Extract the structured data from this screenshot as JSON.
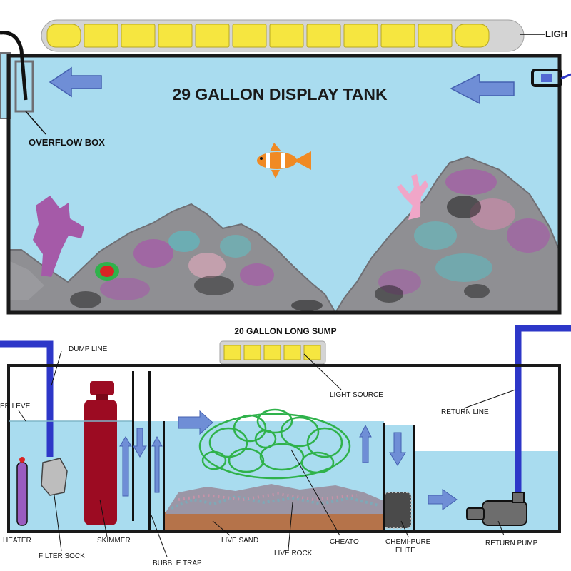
{
  "display_tank": {
    "title": "29 GALLON DISPLAY TANK",
    "light_label": "LIGH",
    "overflow_label": "OVERFLOW BOX"
  },
  "sump": {
    "title": "20 GALLON LONG SUMP",
    "labels": {
      "dump_line": "DUMP LINE",
      "water_level": "ER LEVEL",
      "light_source": "LIGHT SOURCE",
      "return_line": "RETURN LINE",
      "heater": "HEATER",
      "filter_sock": "FILTER SOCK",
      "skimmer": "SKIMMER",
      "bubble_trap": "BUBBLE TRAP",
      "live_sand": "LIVE SAND",
      "live_rock": "LIVE ROCK",
      "chaeto": "CHEATO",
      "chemi_pure_line1": "CHEMI-PURE",
      "chemi_pure_line2": "ELITE",
      "return_pump": "RETURN PUMP"
    }
  },
  "colors": {
    "water": "#a9dcef",
    "rock": "#8f8f93",
    "coral_purple": "#a55aa8",
    "coral_pink": "#f0a6c8",
    "light_yellow": "#f6e640",
    "arrow_blue": "#6f8ed6",
    "pipe_blue": "#2d37c8",
    "chaeto_green": "#2fb24b",
    "skimmer_red": "#9c0b22",
    "sand": "#b5734a",
    "clownfish": "#f08a24",
    "pump_gray": "#6d6d6d"
  },
  "icons": [
    "clownfish-icon",
    "flow-arrow-icon",
    "return-pump-icon",
    "heater-icon",
    "skimmer-icon"
  ]
}
